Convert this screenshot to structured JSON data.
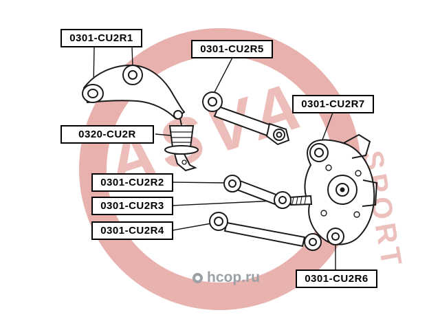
{
  "watermark": {
    "brand": "ASVA",
    "brand_secondary": "SPORT",
    "site": "hcop.ru",
    "ring_color": "#c9473d"
  },
  "labels": [
    {
      "text": "0301-CU2R1"
    },
    {
      "text": "0301-CU2R5"
    },
    {
      "text": "0301-CU2R7"
    },
    {
      "text": "0320-CU2R"
    },
    {
      "text": "0301-CU2R2"
    },
    {
      "text": "0301-CU2R3"
    },
    {
      "text": "0301-CU2R4"
    },
    {
      "text": "0301-CU2R6"
    }
  ]
}
